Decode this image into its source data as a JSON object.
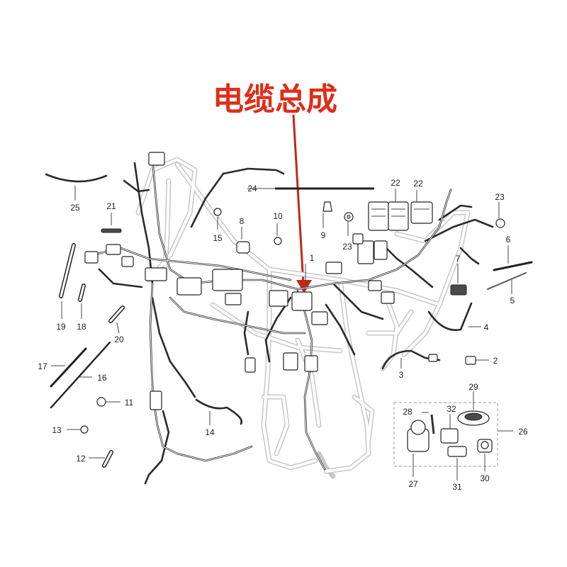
{
  "title": {
    "text": "电缆总成",
    "color": "#e02d18"
  },
  "arrow_color": "#c0281a",
  "callouts": {
    "c1": "1",
    "c2": "2",
    "c3": "3",
    "c4": "4",
    "c5": "5",
    "c6": "6",
    "c7": "7",
    "c8": "8",
    "c9": "9",
    "c10": "10",
    "c11": "11",
    "c12": "12",
    "c13": "13",
    "c14": "14",
    "c15": "15",
    "c16": "16",
    "c17": "17",
    "c18": "18",
    "c19": "19",
    "c20": "20",
    "c21": "21",
    "c22a": "22",
    "c22b": "22",
    "c23a": "23",
    "c23b": "23",
    "c24": "24",
    "c25": "25",
    "c26": "26",
    "c27": "27",
    "c28": "28",
    "c29": "29",
    "c30": "30",
    "c31": "31",
    "c32": "32"
  },
  "icons": [
    "cable-harness-illustration",
    "motorcycle-frame-illustration",
    "red-arrow"
  ]
}
